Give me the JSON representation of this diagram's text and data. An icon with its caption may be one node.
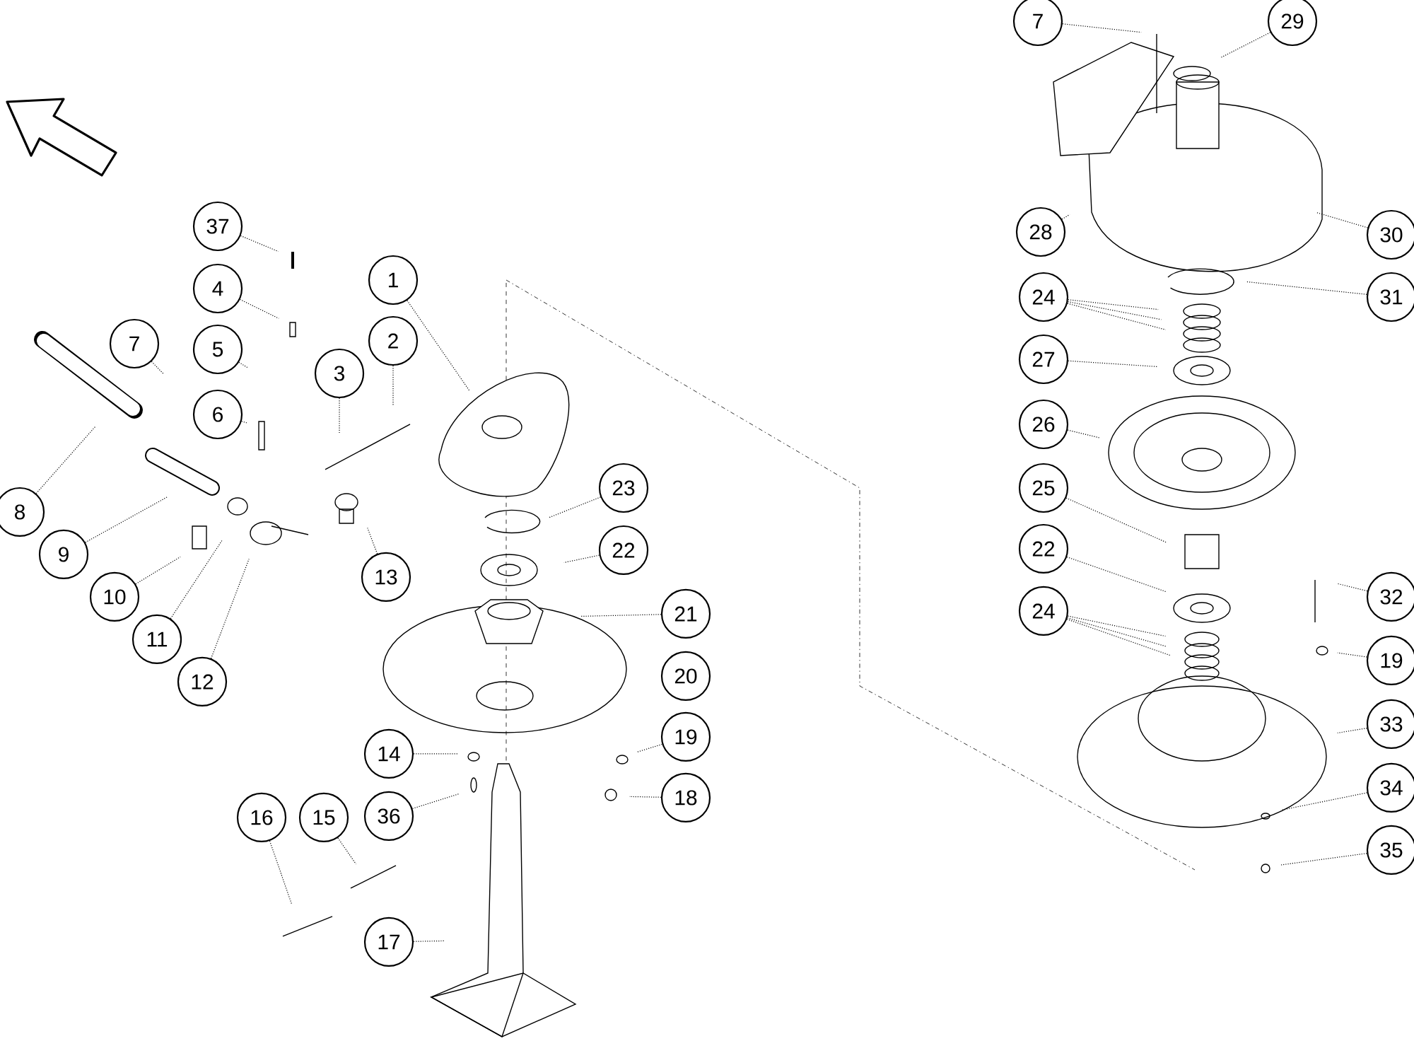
{
  "diagram": {
    "nodes": [
      {
        "text": [
          "7"
        ]
      },
      {
        "text": [
          "29"
        ]
      },
      {
        "text": [
          "37"
        ]
      },
      {
        "text": [
          "28"
        ]
      },
      {
        "text": [
          "30"
        ]
      },
      {
        "text": [
          "1"
        ]
      },
      {
        "text": [
          "4"
        ]
      },
      {
        "text": [
          "24"
        ]
      },
      {
        "text": [
          "31"
        ]
      },
      {
        "text": [
          "7"
        ]
      },
      {
        "text": [
          "2"
        ]
      },
      {
        "text": [
          "5"
        ]
      },
      {
        "text": [
          "27"
        ]
      },
      {
        "text": [
          "3"
        ]
      },
      {
        "text": [
          "6"
        ]
      },
      {
        "text": [
          "26"
        ]
      },
      {
        "text": [
          "23"
        ]
      },
      {
        "text": [
          "25"
        ]
      },
      {
        "text": [
          "8"
        ]
      },
      {
        "text": [
          "22"
        ]
      },
      {
        "text": [
          "22"
        ]
      },
      {
        "text": [
          "9"
        ]
      },
      {
        "text": [
          "13"
        ]
      },
      {
        "text": [
          "10"
        ]
      },
      {
        "text": [
          "32"
        ]
      },
      {
        "text": [
          "21"
        ]
      },
      {
        "text": [
          "24"
        ]
      },
      {
        "text": [
          "11"
        ]
      },
      {
        "text": [
          "19"
        ]
      },
      {
        "text": [
          "20"
        ]
      },
      {
        "text": [
          "12"
        ]
      },
      {
        "text": [
          "33"
        ]
      },
      {
        "text": [
          "19"
        ]
      },
      {
        "text": [
          "14"
        ]
      },
      {
        "text": [
          "34"
        ]
      },
      {
        "text": [
          "18"
        ]
      },
      {
        "text": [
          "16"
        ]
      },
      {
        "text": [
          "15"
        ]
      },
      {
        "text": [
          "36"
        ]
      },
      {
        "text": [
          "35"
        ]
      },
      {
        "text": [
          "17"
        ]
      }
    ],
    "edges": [
      {
        "from": 0,
        "to": null,
        "arrow": "none"
      },
      {
        "from": 1,
        "to": null,
        "arrow": "none"
      },
      {
        "from": 2,
        "to": null,
        "arrow": "none"
      },
      {
        "from": 3,
        "to": null,
        "arrow": "none"
      },
      {
        "from": 4,
        "to": null,
        "arrow": "none"
      },
      {
        "from": 5,
        "to": null,
        "arrow": "none"
      },
      {
        "from": 6,
        "to": null,
        "arrow": "none"
      },
      {
        "from": 7,
        "to": null,
        "arrow": "none"
      },
      {
        "from": 7,
        "to": null,
        "arrow": "none"
      },
      {
        "from": 7,
        "to": null,
        "arrow": "none"
      },
      {
        "from": 8,
        "to": null,
        "arrow": "none"
      },
      {
        "from": 9,
        "to": null,
        "arrow": "none"
      },
      {
        "from": 10,
        "to": null,
        "arrow": "none"
      },
      {
        "from": 11,
        "to": null,
        "arrow": "none"
      },
      {
        "from": 12,
        "to": null,
        "arrow": "none"
      },
      {
        "from": 13,
        "to": null,
        "arrow": "none"
      },
      {
        "from": 14,
        "to": null,
        "arrow": "none"
      },
      {
        "from": 15,
        "to": null,
        "arrow": "none"
      },
      {
        "from": 16,
        "to": null,
        "arrow": "none"
      },
      {
        "from": 17,
        "to": null,
        "arrow": "none"
      },
      {
        "from": 18,
        "to": null,
        "arrow": "none"
      },
      {
        "from": 19,
        "to": null,
        "arrow": "none"
      },
      {
        "from": 20,
        "to": null,
        "arrow": "none"
      },
      {
        "from": 21,
        "to": null,
        "arrow": "none"
      },
      {
        "from": 22,
        "to": null,
        "arrow": "none"
      },
      {
        "from": 23,
        "to": null,
        "arrow": "none"
      },
      {
        "from": 24,
        "to": null,
        "arrow": "none"
      },
      {
        "from": 25,
        "to": null,
        "arrow": "none"
      },
      {
        "from": 26,
        "to": null,
        "arrow": "none"
      },
      {
        "from": 26,
        "to": null,
        "arrow": "none"
      },
      {
        "from": 26,
        "to": null,
        "arrow": "none"
      },
      {
        "from": 27,
        "to": null,
        "arrow": "none"
      },
      {
        "from": 28,
        "to": null,
        "arrow": "none"
      },
      {
        "from": 30,
        "to": null,
        "arrow": "none"
      },
      {
        "from": 31,
        "to": null,
        "arrow": "none"
      },
      {
        "from": 32,
        "to": null,
        "arrow": "none"
      },
      {
        "from": 33,
        "to": null,
        "arrow": "none"
      },
      {
        "from": 34,
        "to": null,
        "arrow": "none"
      },
      {
        "from": 35,
        "to": null,
        "arrow": "none"
      },
      {
        "from": 36,
        "to": null,
        "arrow": "none"
      },
      {
        "from": 37,
        "to": null,
        "arrow": "none"
      },
      {
        "from": 38,
        "to": null,
        "arrow": "none"
      },
      {
        "from": 39,
        "to": null,
        "arrow": "none"
      },
      {
        "from": 40,
        "to": null,
        "arrow": "none"
      }
    ]
  }
}
